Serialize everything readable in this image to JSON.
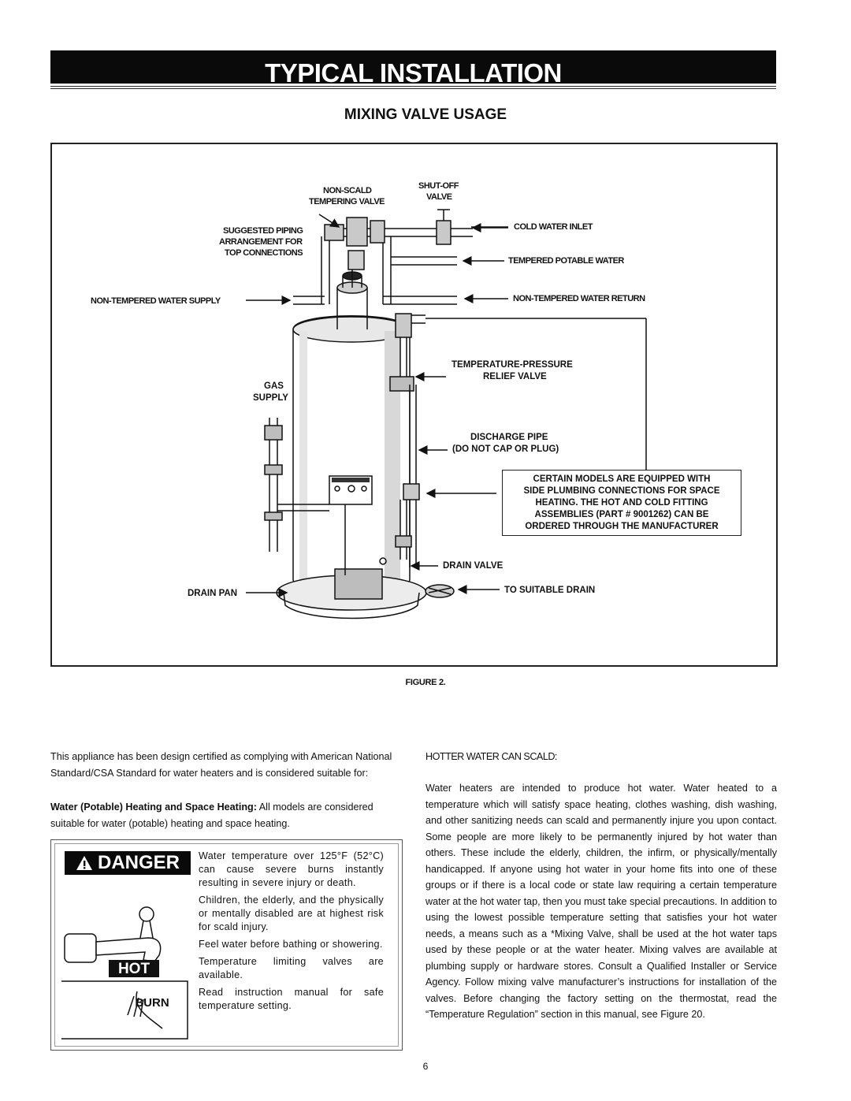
{
  "header": {
    "title": "TYPICAL INSTALLATION",
    "subtitle": "MIXING VALVE USAGE"
  },
  "figure": {
    "caption": "FIGURE 2.",
    "labels": {
      "non_scald": "NON-SCALD",
      "tempering_valve": "TEMPERING VALVE",
      "shut_off": "SHUT-OFF",
      "valve": "VALVE",
      "cold_water_inlet": "COLD WATER INLET",
      "suggested_1": "SUGGESTED PIPING",
      "suggested_2": "ARRANGEMENT FOR",
      "suggested_3": "TOP CONNECTIONS",
      "tempered_potable": "TEMPERED POTABLE WATER",
      "non_tempered_supply": "NON-TEMPERED WATER SUPPLY",
      "non_tempered_return": "NON-TEMPERED WATER RETURN",
      "tp_1": "TEMPERATURE-PRESSURE",
      "tp_2": "RELIEF VALVE",
      "gas_1": "GAS",
      "gas_2": "SUPPLY",
      "discharge_1": "DISCHARGE PIPE",
      "discharge_2": "(DO NOT CAP OR PLUG)",
      "drain_valve": "DRAIN VALVE",
      "drain_pan": "DRAIN PAN",
      "to_drain": "TO SUITABLE DRAIN"
    },
    "notice": [
      "CERTAIN MODELS ARE EQUIPPED WITH",
      "SIDE PLUMBING CONNECTIONS FOR SPACE",
      "HEATING. THE HOT AND COLD FITTING",
      "ASSEMBLIES (PART # 9001262) CAN BE",
      "ORDERED THROUGH THE MANUFACTURER"
    ]
  },
  "left_column": {
    "para1": "This appliance has been design certified as complying with American National Standard/CSA Standard for water heaters and is considered suitable for:",
    "para2_bold": "Water (Potable) Heating and Space Heating:",
    "para2_rest": " All models are considered suitable for water (potable) heating and space heating."
  },
  "danger": {
    "heading": "DANGER",
    "hot": "HOT",
    "burn": "BURN",
    "items": [
      "Water temperature over 125°F (52°C) can cause severe burns instantly resulting in severe injury or death.",
      "Children, the elderly, and the physically or mentally disabled are at highest risk for scald injury.",
      "Feel water before bathing or showering.",
      "Temperature limiting valves are available.",
      "Read instruction manual for safe temperature setting."
    ]
  },
  "right_column": {
    "heading": "HOTTER WATER CAN SCALD:",
    "body": "Water heaters are intended to produce hot water. Water heated to a temperature which will satisfy space heating, clothes washing, dish washing, and other sanitizing needs can scald and permanently injure you upon contact. Some people are more likely to be permanently injured by hot water than others. These include the elderly, children, the infirm, or physically/mentally handicapped. If anyone using hot water in your home fits into one of these groups or if there is a local code or state law requiring a certain temperature water at the hot water tap, then you must take special precautions. In addition to using the lowest possible temperature setting that satisfies your hot water needs, a means such as a *Mixing Valve, shall be used at the hot water taps used by these people or at the water heater. Mixing valves are available at plumbing supply or hardware stores. Consult a Qualified Installer or Service Agency. Follow mixing valve manufacturer’s instructions for installation of the valves. Before changing the factory setting on the thermostat, read the “Temperature Regulation” section in this manual, see Figure 20."
  },
  "footer": {
    "page_number": "6"
  }
}
